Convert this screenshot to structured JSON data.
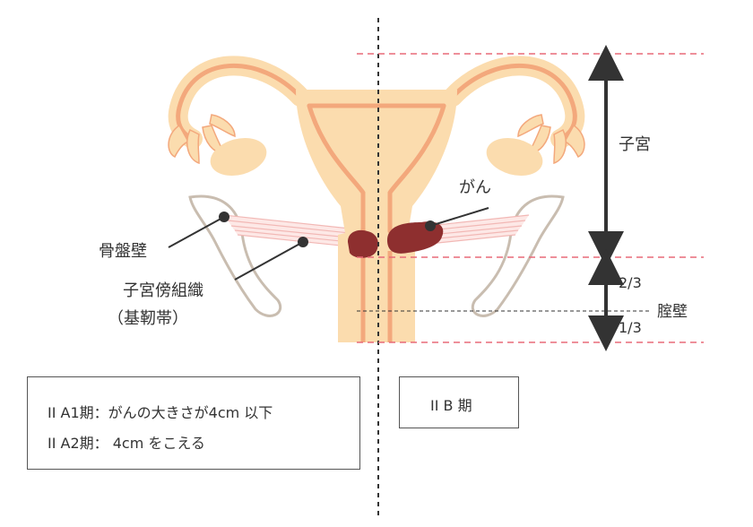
{
  "labels": {
    "pelvic_wall": "骨盤壁",
    "parametrium_line1": "子宮傍組織",
    "parametrium_line2": "（基靭帯）",
    "cancer": "がん",
    "uterus": "子宮",
    "vaginal_wall": "腟壁",
    "two_thirds": "2/3",
    "one_third": "1/3"
  },
  "stage_box_left": {
    "line1": "II A1期：がんの大きさが4cm 以下",
    "line2": "II A2期： 4cm をこえる"
  },
  "stage_box_right": {
    "text": "II B 期"
  },
  "colors": {
    "uterus_fill": "#fbdcae",
    "uterus_outline": "#f3a87c",
    "cancer": "#8e2f2f",
    "guide_line": "#e86a78",
    "pelvis_outline": "#c9bdb0",
    "ligament": "#f2b8b5"
  }
}
